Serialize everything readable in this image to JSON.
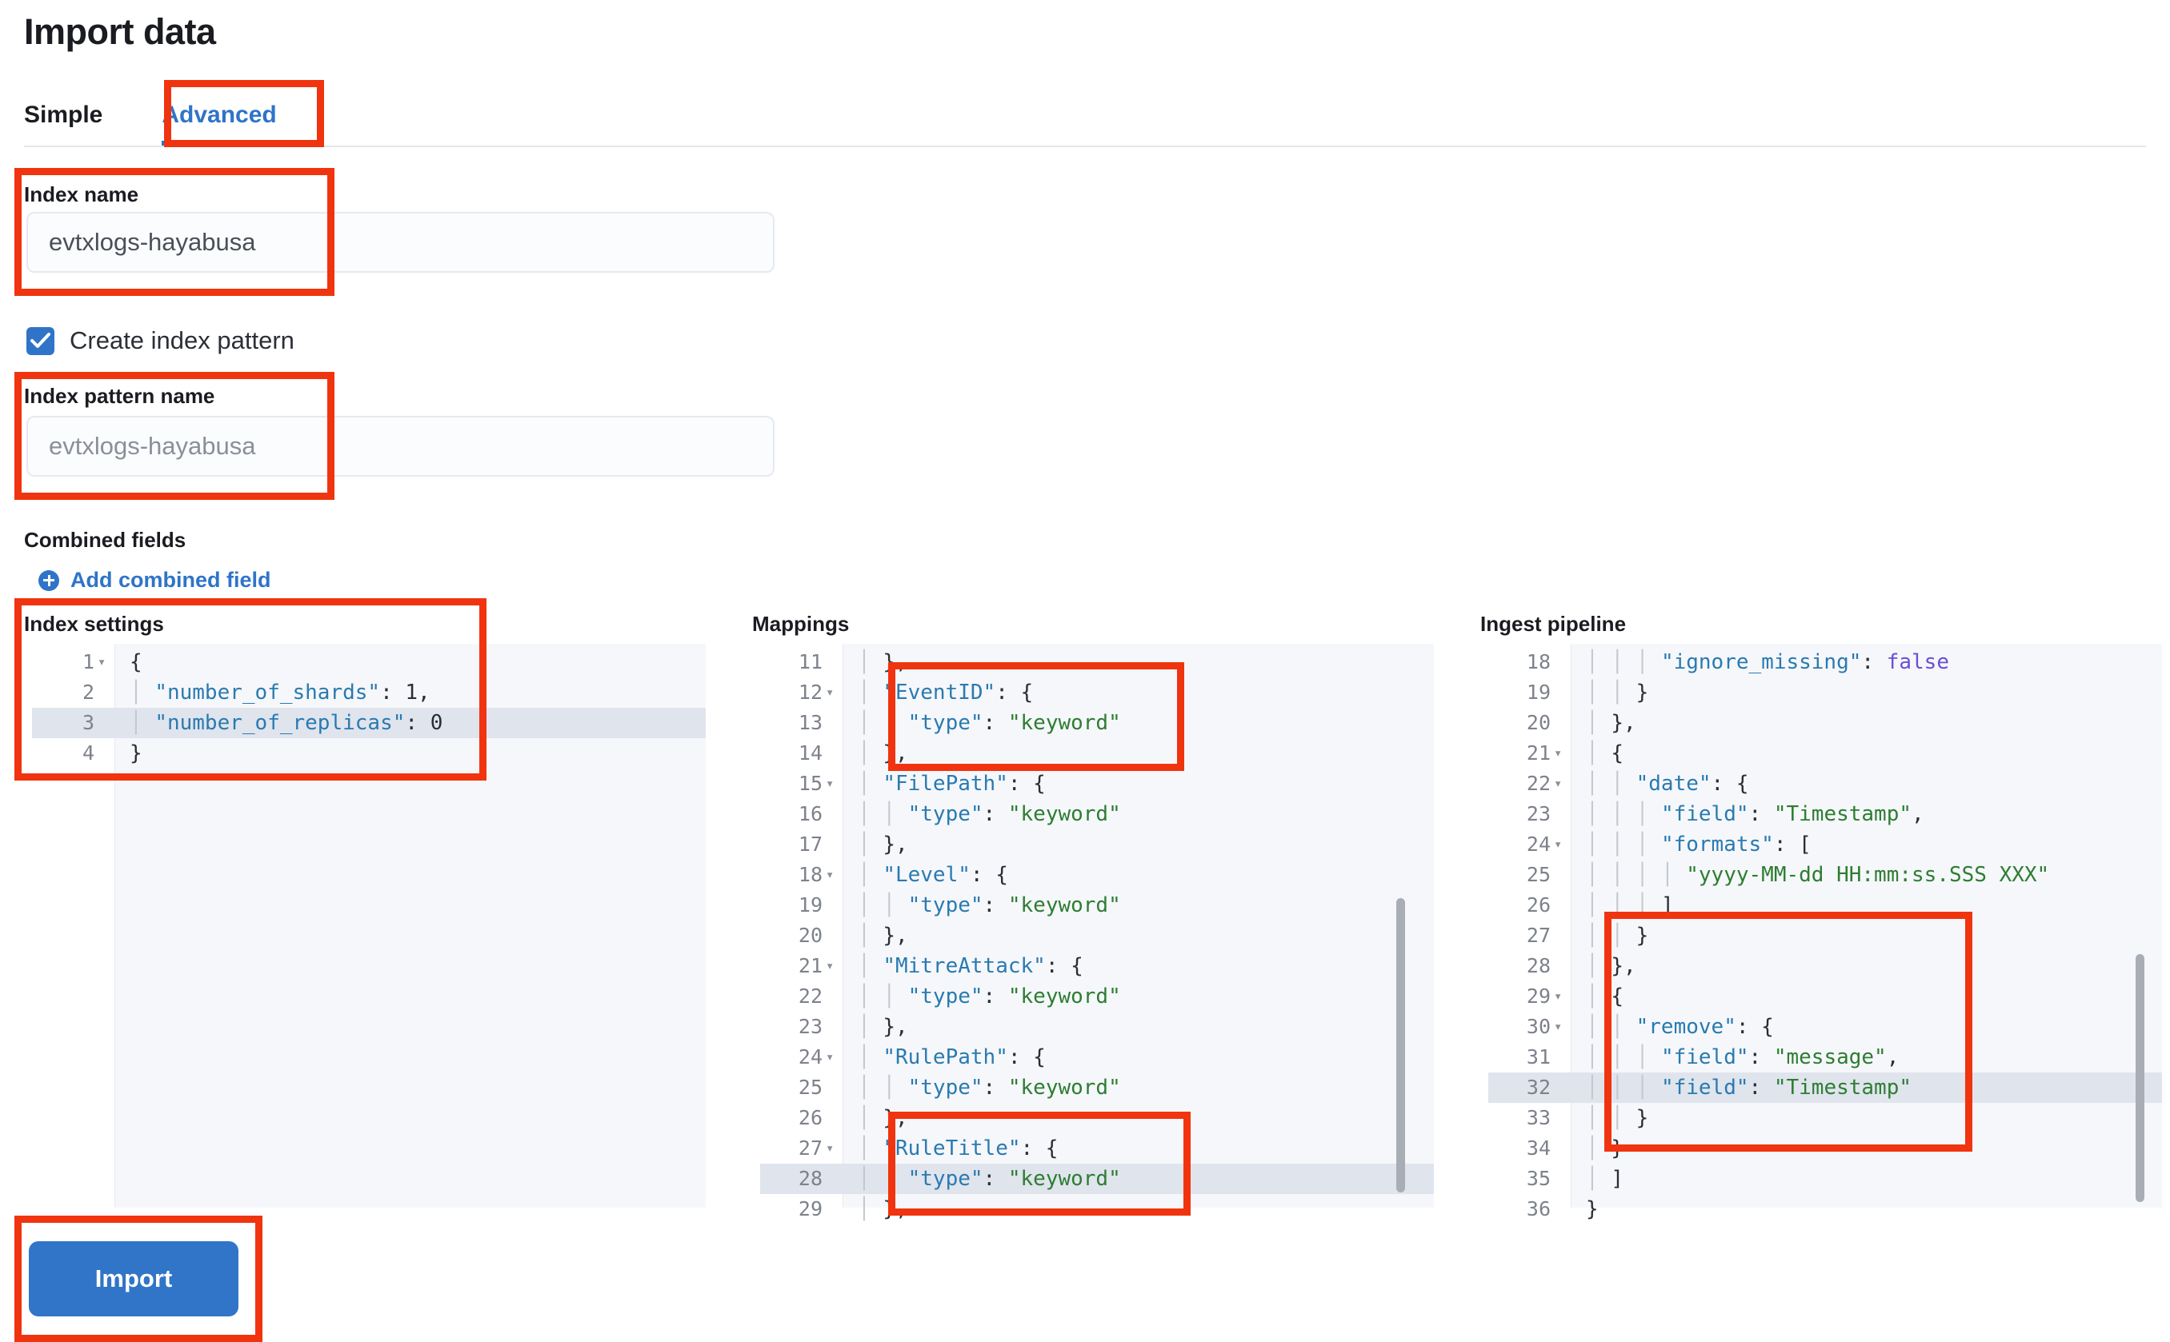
{
  "page": {
    "title": "Import data"
  },
  "tabs": [
    {
      "label": "Simple",
      "active": false
    },
    {
      "label": "Advanced",
      "active": true
    }
  ],
  "index_name": {
    "label": "Index name",
    "value": "evtxlogs-hayabusa"
  },
  "create_index_pattern": {
    "label": "Create index pattern",
    "checked": true
  },
  "index_pattern_name": {
    "label": "Index pattern name",
    "placeholder": "evtxlogs-hayabusa"
  },
  "combined_fields": {
    "title": "Combined fields",
    "add_link": "Add combined field",
    "add_icon": "plus-circle-icon"
  },
  "editors": {
    "index_settings": {
      "title": "Index settings",
      "lines": [
        {
          "n": "1",
          "fold": true,
          "text": "{"
        },
        {
          "n": "2",
          "fold": false,
          "text": "  \"number_of_shards\": 1,"
        },
        {
          "n": "3",
          "fold": false,
          "text": "  \"number_of_replicas\": 0",
          "highlight": true
        },
        {
          "n": "4",
          "fold": false,
          "text": "}"
        }
      ]
    },
    "mappings": {
      "title": "Mappings",
      "lines": [
        {
          "n": "11",
          "fold": false,
          "text": "  },"
        },
        {
          "n": "12",
          "fold": true,
          "text": "  \"EventID\": {"
        },
        {
          "n": "13",
          "fold": false,
          "text": "    \"type\": \"keyword\""
        },
        {
          "n": "14",
          "fold": false,
          "text": "  },"
        },
        {
          "n": "15",
          "fold": true,
          "text": "  \"FilePath\": {"
        },
        {
          "n": "16",
          "fold": false,
          "text": "    \"type\": \"keyword\""
        },
        {
          "n": "17",
          "fold": false,
          "text": "  },"
        },
        {
          "n": "18",
          "fold": true,
          "text": "  \"Level\": {"
        },
        {
          "n": "19",
          "fold": false,
          "text": "    \"type\": \"keyword\""
        },
        {
          "n": "20",
          "fold": false,
          "text": "  },"
        },
        {
          "n": "21",
          "fold": true,
          "text": "  \"MitreAttack\": {"
        },
        {
          "n": "22",
          "fold": false,
          "text": "    \"type\": \"keyword\""
        },
        {
          "n": "23",
          "fold": false,
          "text": "  },"
        },
        {
          "n": "24",
          "fold": true,
          "text": "  \"RulePath\": {"
        },
        {
          "n": "25",
          "fold": false,
          "text": "    \"type\": \"keyword\""
        },
        {
          "n": "26",
          "fold": false,
          "text": "  },"
        },
        {
          "n": "27",
          "fold": true,
          "text": "  \"RuleTitle\": {"
        },
        {
          "n": "28",
          "fold": false,
          "text": "    \"type\": \"keyword\"",
          "highlight": true
        },
        {
          "n": "29",
          "fold": false,
          "text": "  },"
        }
      ]
    },
    "ingest_pipeline": {
      "title": "Ingest pipeline",
      "lines": [
        {
          "n": "18",
          "fold": false,
          "text": "      \"ignore_missing\": false"
        },
        {
          "n": "19",
          "fold": false,
          "text": "    }"
        },
        {
          "n": "20",
          "fold": false,
          "text": "  },"
        },
        {
          "n": "21",
          "fold": true,
          "text": "  {"
        },
        {
          "n": "22",
          "fold": true,
          "text": "    \"date\": {"
        },
        {
          "n": "23",
          "fold": false,
          "text": "      \"field\": \"Timestamp\","
        },
        {
          "n": "24",
          "fold": true,
          "text": "      \"formats\": ["
        },
        {
          "n": "25",
          "fold": false,
          "text": "        \"yyyy-MM-dd HH:mm:ss.SSS XXX\""
        },
        {
          "n": "26",
          "fold": false,
          "text": "      ]"
        },
        {
          "n": "27",
          "fold": false,
          "text": "    }"
        },
        {
          "n": "28",
          "fold": false,
          "text": "  },"
        },
        {
          "n": "29",
          "fold": true,
          "text": "  {"
        },
        {
          "n": "30",
          "fold": true,
          "text": "    \"remove\": {"
        },
        {
          "n": "31",
          "fold": false,
          "text": "      \"field\": \"message\","
        },
        {
          "n": "32",
          "fold": false,
          "text": "      \"field\": \"Timestamp\"",
          "highlight": true
        },
        {
          "n": "33",
          "fold": false,
          "text": "    }"
        },
        {
          "n": "34",
          "fold": false,
          "text": "  }"
        },
        {
          "n": "35",
          "fold": false,
          "text": "  ]"
        },
        {
          "n": "36",
          "fold": false,
          "text": "}"
        }
      ]
    }
  },
  "import_button": {
    "label": "Import"
  },
  "colors": {
    "accent_blue": "#2f74c8",
    "button_blue": "#3175c8",
    "annotation_red": "#f0340f",
    "editor_bg": "#f5f7fa",
    "highlight_row": "#dfe4ed",
    "string_green": "#2e7d32",
    "key_blue": "#2a7ab0",
    "bool_purple": "#6a4ed6"
  }
}
